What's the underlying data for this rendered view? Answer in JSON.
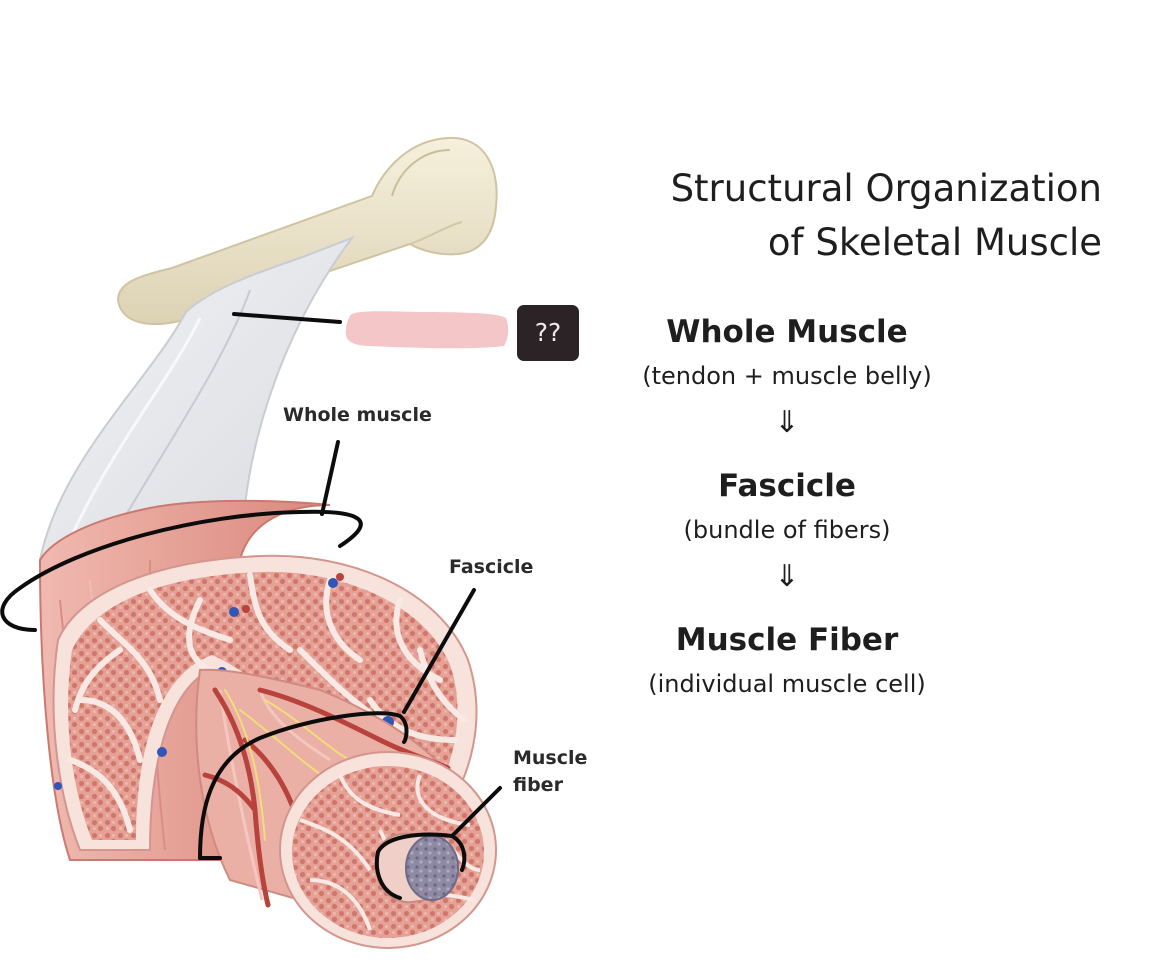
{
  "title": {
    "line1": "Structural Organization",
    "line2": "of Skeletal Muscle"
  },
  "hierarchy": [
    {
      "level": "Whole Muscle",
      "desc": "(tendon + muscle belly)"
    },
    {
      "level": "Fascicle",
      "desc": "(bundle of fibers)"
    },
    {
      "level": "Muscle Fiber",
      "desc": "(individual muscle cell)"
    }
  ],
  "arrow_glyph": "⇓",
  "diagram_labels": {
    "whole_muscle": "Whole muscle",
    "fascicle": "Fascicle",
    "muscle_fiber_line1": "Muscle",
    "muscle_fiber_line2": "fiber",
    "hidden_answer": "??"
  },
  "colors": {
    "muscle": "#e8a89e",
    "muscle_dark": "#c9786e",
    "epimysium": "#f7e2dc",
    "bone": "#ece4cc",
    "tendon": "#e4e6ea",
    "artery": "#b8423c",
    "vein": "#2f56b8",
    "nerve": "#f3dc7a",
    "redaction": "#f4c6c8",
    "answer_box": "#2b2326"
  }
}
